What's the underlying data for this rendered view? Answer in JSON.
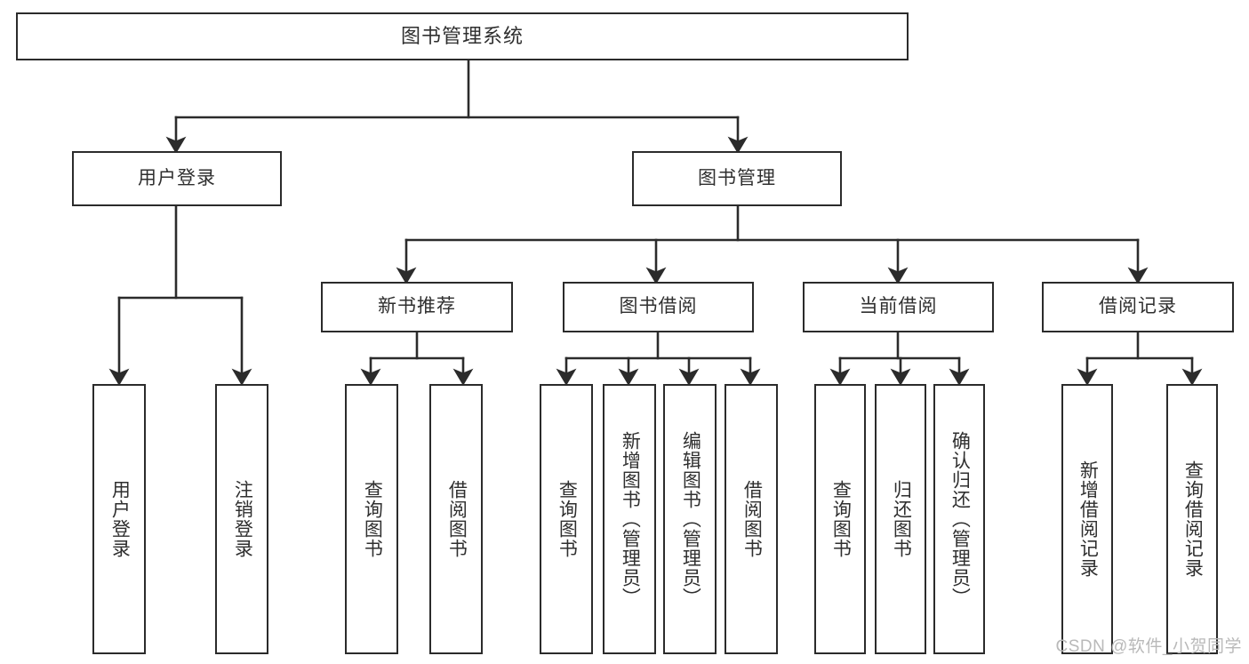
{
  "diagram": {
    "type": "tree",
    "title": "图书管理系统",
    "orientation": "top-down",
    "colors": {
      "background": "#ffffff",
      "box_stroke": "#2b2b2b",
      "box_fill": "#ffffff",
      "text": "#2f2f2f",
      "edge": "#2b2b2b",
      "watermark": "#b9b9b9"
    },
    "watermark": "CSDN @软件_小贺同学",
    "nodes": {
      "root": {
        "label": "图书管理系统"
      },
      "level1": [
        {
          "id": "user-login",
          "label": "用户登录"
        },
        {
          "id": "book-manage",
          "label": "图书管理"
        }
      ],
      "level2": [
        {
          "id": "new-book-recommend",
          "label": "新书推荐"
        },
        {
          "id": "book-borrow",
          "label": "图书借阅"
        },
        {
          "id": "current-borrow",
          "label": "当前借阅"
        },
        {
          "id": "borrow-record",
          "label": "借阅记录"
        }
      ],
      "leaves": [
        {
          "id": "leaf-user-login",
          "label": "用户登录",
          "parent": "user-login"
        },
        {
          "id": "leaf-logout-login",
          "label": "注销登录",
          "parent": "user-login"
        },
        {
          "id": "leaf-query-book-1",
          "label": "查询图书",
          "parent": "new-book-recommend"
        },
        {
          "id": "leaf-borrow-book-1",
          "label": "借阅图书",
          "parent": "new-book-recommend"
        },
        {
          "id": "leaf-query-book-2",
          "label": "查询图书",
          "parent": "book-borrow"
        },
        {
          "id": "leaf-add-book",
          "label": "新增图书（管理员）",
          "parent": "book-borrow"
        },
        {
          "id": "leaf-edit-book",
          "label": "编辑图书（管理员）",
          "parent": "book-borrow"
        },
        {
          "id": "leaf-borrow-book-2",
          "label": "借阅图书",
          "parent": "book-borrow"
        },
        {
          "id": "leaf-query-book-3",
          "label": "查询图书",
          "parent": "current-borrow"
        },
        {
          "id": "leaf-return-book",
          "label": "归还图书",
          "parent": "current-borrow"
        },
        {
          "id": "leaf-confirm-return",
          "label": "确认归还（管理员）",
          "parent": "current-borrow"
        },
        {
          "id": "leaf-add-record",
          "label": "新增借阅记录",
          "parent": "borrow-record"
        },
        {
          "id": "leaf-query-record",
          "label": "查询借阅记录",
          "parent": "borrow-record"
        }
      ]
    }
  }
}
